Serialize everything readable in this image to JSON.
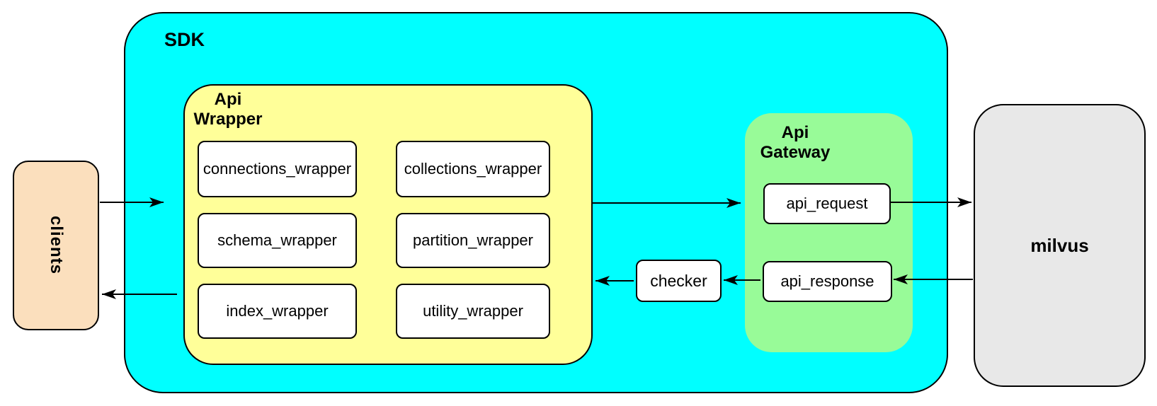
{
  "diagram": {
    "clients": {
      "label": "clients",
      "fill": "#FBDFBD"
    },
    "sdk": {
      "label": "SDK",
      "fill": "#00FFFF",
      "api_wrapper": {
        "label": "Api\nWrapper",
        "fill": "#FFFF99",
        "modules": [
          {
            "label": "connections_wrapper"
          },
          {
            "label": "collections_wrapper"
          },
          {
            "label": "schema_wrapper"
          },
          {
            "label": "partition_wrapper"
          },
          {
            "label": "index_wrapper"
          },
          {
            "label": "utility_wrapper"
          }
        ]
      },
      "checker": {
        "label": "checker",
        "fill": "#FFFFFF"
      },
      "api_gateway": {
        "label": "Api\nGateway",
        "fill": "#98FB98",
        "modules": [
          {
            "label": "api_request"
          },
          {
            "label": "api_response"
          }
        ]
      }
    },
    "milvus": {
      "label": "milvus",
      "fill": "#E8E8E8"
    },
    "node_fill": "#FFFFFF",
    "line_color": "#000000",
    "edges": [
      {
        "from": "clients",
        "to": "sdk",
        "direction": "right"
      },
      {
        "from": "api_wrapper",
        "to": "api_gateway",
        "direction": "right"
      },
      {
        "from": "api_request",
        "to": "milvus",
        "direction": "right"
      },
      {
        "from": "milvus",
        "to": "api_response",
        "direction": "left"
      },
      {
        "from": "api_response",
        "to": "checker",
        "direction": "left"
      },
      {
        "from": "checker",
        "to": "api_wrapper",
        "direction": "left"
      },
      {
        "from": "api_wrapper",
        "to": "clients",
        "direction": "left"
      }
    ]
  }
}
